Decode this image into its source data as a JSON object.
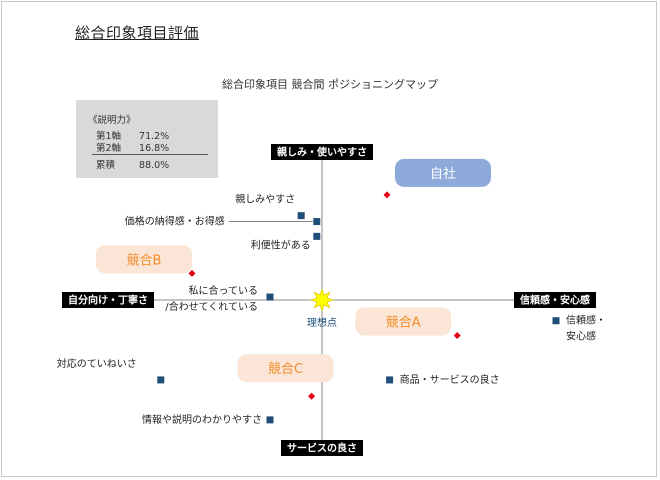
{
  "page_title": "総合印象項目評価",
  "explained_variance": {
    "header": "《説明力》",
    "rows": [
      {
        "label": "第1軸",
        "value": "71.2%"
      },
      {
        "label": "第2軸",
        "value": "16.8%"
      },
      {
        "label": "累積",
        "value": "88.0%"
      }
    ]
  },
  "chart_data": {
    "type": "scatter",
    "title": "総合印象項目 競合間 ポジショニングマップ",
    "axes": {
      "top": "親しみ・使いやすさ",
      "bottom": "サービスの良さ",
      "left": "自分向け・丁寧さ",
      "right": "信頼感・安心感"
    },
    "xlim": [
      -1,
      1
    ],
    "ylim": [
      -1,
      1
    ],
    "grid": false,
    "ideal_point": {
      "label": "理想点",
      "x": 0,
      "y": 0
    },
    "attributes": [
      {
        "label": "親しみやすさ",
        "x": -0.08,
        "y": 0.57
      },
      {
        "label": "価格の納得感・お得感",
        "x": -0.02,
        "y": 0.53
      },
      {
        "label": "利便性がある",
        "x": -0.02,
        "y": 0.43
      },
      {
        "label": "私に合っている\n/合わせてくれている",
        "x": -0.2,
        "y": 0.02
      },
      {
        "label": "信頼感・\n安心感",
        "x": 0.9,
        "y": -0.14
      },
      {
        "label": "対応のていねいさ",
        "x": -0.62,
        "y": -0.54
      },
      {
        "label": "商品・サービスの良さ",
        "x": 0.26,
        "y": -0.54
      },
      {
        "label": "情報や説明のわかりやすさ",
        "x": -0.2,
        "y": -0.81
      }
    ],
    "brands": [
      {
        "label": "自社",
        "x": 0.25,
        "y": 0.71,
        "color": "#8eaadb"
      },
      {
        "label": "競合B",
        "x": -0.5,
        "y": 0.18,
        "color": "#fbe5d6"
      },
      {
        "label": "競合A",
        "x": 0.52,
        "y": -0.24,
        "color": "#fbe5d6"
      },
      {
        "label": "競合C",
        "x": -0.04,
        "y": -0.65,
        "color": "#fbe5d6"
      }
    ],
    "colors": {
      "attribute_marker": "#1f4e79",
      "brand_marker": "#e60012",
      "brand_text": "#f28c28",
      "ideal_star": "#ffff00"
    }
  }
}
